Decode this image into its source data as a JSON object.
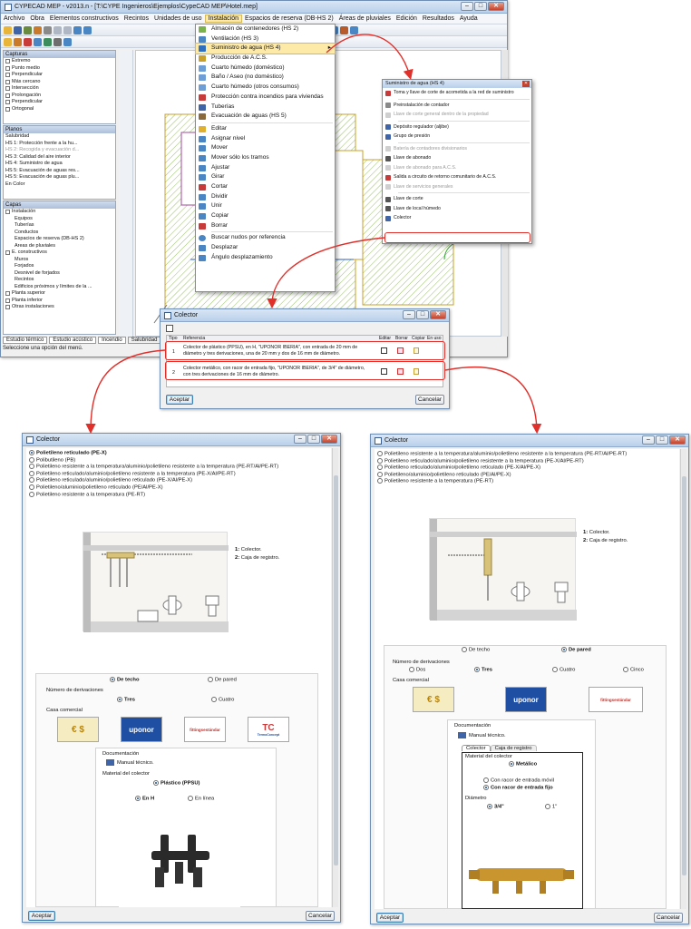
{
  "main_window": {
    "title": "CYPECAD MEP - v2013.n - [T:\\CYPE Ingenieros\\Ejemplos\\CypeCAD MEP\\Hotel.mep]",
    "menu": [
      "Archivo",
      "Obra",
      "Elementos constructivos",
      "Recintos",
      "Unidades de uso",
      "Instalación",
      "Espacios de reserva (DB-HS 2)",
      "Áreas de pluviales",
      "Edición",
      "Resultados",
      "Ayuda"
    ],
    "capturas": {
      "title": "Capturas",
      "items": [
        "Extremo",
        "Punto medio",
        "Perpendicular",
        "Más cercano",
        "Intersección",
        "Prolongación",
        "Perpendicular",
        "Ortogonal"
      ]
    },
    "planos": {
      "title": "Planos",
      "items": [
        "Salubridad",
        "HS 1: Protección frente a la hu...",
        "HS 2: Recogida y evacuación d...",
        "HS 3: Calidad del aire interior",
        "HS 4: Suministro de agua",
        "HS 5: Evacuación de aguas res...",
        "HS 5: Evacuación de aguas plu...",
        "En Color"
      ]
    },
    "capas": {
      "title": "Capas",
      "items": [
        "Instalación",
        "Equipos",
        "Tuberías",
        "Conductos",
        "Espacios de reserva (DB-HS 2)",
        "Áreas de pluviales",
        "E. constructivos",
        "Muros",
        "Forjados",
        "Desnivel de forjados",
        "Recintos",
        "Edificios próximos y límites de la ...",
        "Planta superior",
        "Planta inferior",
        "Otras instalaciones"
      ]
    },
    "tabs": [
      "Estudio térmico",
      "Estudio acústico",
      "Incendio",
      "Salubridad"
    ],
    "status": "Seleccione una opción del menú."
  },
  "instalacion_menu": [
    "Almacén de contenedores (HS 2)",
    "Ventilación (HS 3)",
    "Suministro de agua (HS 4)",
    "Producción de A.C.S.",
    "Cuarto húmedo (doméstico)",
    "Baño / Aseo (no doméstico)",
    "Cuarto húmedo (otros consumos)",
    "Protección contra incendios para viviendas",
    "Tuberías",
    "Evacuación de aguas (HS 5)",
    "Editar",
    "Asignar nivel",
    "Mover",
    "Mover sólo los tramos",
    "Ajustar",
    "Girar",
    "Cortar",
    "Dividir",
    "Unir",
    "Copiar",
    "Borrar",
    "Buscar nudos por referencia",
    "Desplazar",
    "Ángulo desplazamiento"
  ],
  "suministro_menu": {
    "title": "Suministro de agua (HS 4)",
    "items": [
      "Toma y llave de corte de acometida a la red de suministro",
      "Preinstalación de contador",
      "Llave de corte general dentro de la propiedad",
      "Depósito regulador (aljibe)",
      "Grupo de presión",
      "Batería de contadores divisionarios",
      "Llave de abonado",
      "Llave de abonado para A.C.S.",
      "Salida a circuito de retorno comunitario de A.C.S.",
      "Llave de servicios generales",
      "Llave de corte",
      "Llave de local húmedo",
      "Colector"
    ]
  },
  "colector_list": {
    "title": "Colector",
    "headers": [
      "Tipo",
      "Referencia",
      "Editar",
      "Borrar",
      "Copiar",
      "En uso"
    ],
    "rows": [
      {
        "n": "1",
        "ref": "Colector de plástico (PPSU), en H, \"UPONOR IBERIA\", con entrada de 20 mm de diámetro y tres derivaciones, una de 20 mm y dos de 16 mm de diámetro."
      },
      {
        "n": "2",
        "ref": "Colector metálico, con racor de entrada fijo, \"UPONOR IBERIA\", de 3/4\" de diámetro, con tres derivaciones de 16 mm de diámetro."
      }
    ],
    "accept": "Aceptar",
    "cancel": "Cancelar"
  },
  "dlg_left": {
    "title": "Colector",
    "materials": [
      "Polietileno reticulado (PE-X)",
      "Polibutileno (PB)",
      "Polietileno resistente a la temperatura/aluminio/polietileno resistente a la temperatura (PE-RT/Al/PE-RT)",
      "Polietileno reticulado/aluminio/polietileno resistente a la temperatura (PE-X/Al/PE-RT)",
      "Polietileno reticulado/aluminio/polietileno reticulado (PE-X/Al/PE-X)",
      "Polietileno/aluminio/polietileno reticulado (PE/Al/PE-X)",
      "Polietileno resistente a la temperatura (PE-RT)"
    ],
    "legend": [
      "1:",
      "Colector.",
      "2:",
      "Caja de registro."
    ],
    "mount": [
      "De techo",
      "De pared"
    ],
    "derivaciones_label": "Número de derivaciones",
    "derivaciones": [
      "Tres",
      "Cuatro"
    ],
    "casa_label": "Casa comercial",
    "brands": [
      "uponor",
      "fittingsestándar",
      "TC",
      "TermoConcept"
    ],
    "doc_label": "Documentación",
    "manual": "Manual técnico.",
    "material_label": "Material del colector",
    "material": "Plástico (PPSU)",
    "forma": [
      "En H",
      "En línea"
    ],
    "accept": "Aceptar",
    "cancel": "Cancelar"
  },
  "dlg_right": {
    "title": "Colector",
    "materials": [
      "Polietileno resistente a la temperatura/aluminio/polietileno resistente a la temperatura (PE-RT/Al/PE-RT)",
      "Polietileno reticulado/aluminio/polietileno resistente a la temperatura (PE-X/Al/PE-RT)",
      "Polietileno reticulado/aluminio/polietileno reticulado (PE-X/Al/PE-X)",
      "Polietileno/aluminio/polietileno reticulado (PE/Al/PE-X)",
      "Polietileno resistente a la temperatura (PE-RT)"
    ],
    "legend": [
      "1:",
      "Colector.",
      "2:",
      "Caja de registro."
    ],
    "mount": [
      "De techo",
      "De pared"
    ],
    "derivaciones_label": "Número de derivaciones",
    "derivaciones": [
      "Dos",
      "Tres",
      "Cuatro",
      "Cinco"
    ],
    "casa_label": "Casa comercial",
    "brands": [
      "uponor",
      "fittingsestándar"
    ],
    "doc_label": "Documentación",
    "manual": "Manual técnico.",
    "tabs": [
      "Colector",
      "Caja de registro"
    ],
    "material_label": "Material del colector",
    "material": "Metálico",
    "racor": [
      "Con racor de entrada móvil",
      "Con racor de entrada fijo"
    ],
    "diam_label": "Diámetro",
    "diam": [
      "3/4\"",
      "1\""
    ],
    "accept": "Aceptar",
    "cancel": "Cancelar"
  },
  "colors": {
    "arrow": "#e0302b",
    "title_bar": "#c8daf0",
    "highlight": "#fde9a8"
  }
}
